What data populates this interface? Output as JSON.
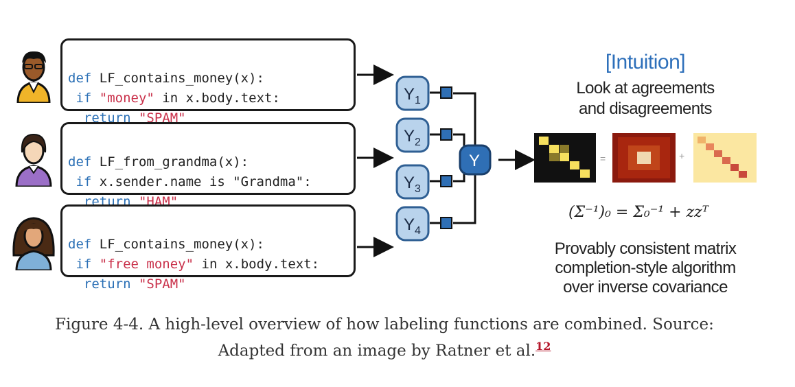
{
  "labeling_functions": [
    {
      "line1_kw": "def",
      "line1": " LF_contains_money(x):",
      "line2_kw": "if",
      "line2_str": " \"money\"",
      "line2_rest": " in x.body.text:",
      "line3_kw": "return",
      "line3_str": " \"SPAM\""
    },
    {
      "line1_kw": "def",
      "line1": " LF_from_grandma(x):",
      "line2_kw": "if",
      "line2_str": "",
      "line2_rest": " x.sender.name is \"Grandma\":",
      "line3_kw": "return",
      "line3_str": " \"HAM\""
    },
    {
      "line1_kw": "def",
      "line1": " LF_contains_money(x):",
      "line2_kw": "if",
      "line2_str": " \"free money\"",
      "line2_rest": " in x.body.text:",
      "line3_kw": "return",
      "line3_str": " \"SPAM\""
    }
  ],
  "label_nodes": [
    "Y1",
    "Y2",
    "Y3",
    "Y4"
  ],
  "label_node_main": "Y",
  "label_node_subs": [
    "1",
    "2",
    "3",
    "4"
  ],
  "combined_node": "Y",
  "intuition": {
    "title": "[Intuition]",
    "line1": "Look at agreements",
    "line2": "and disagreements",
    "formula": "(Σ⁻¹)₀ = Σ₀⁻¹ + zzᵀ",
    "desc1": "Provably consistent matrix",
    "desc2": "completion-style algorithm",
    "desc3": "over inverse covariance",
    "op1": "=",
    "op2": "+"
  },
  "caption": {
    "text1": "Figure 4-4. A high-level overview of how labeling functions are combined. Source:",
    "text2": "Adapted from an image by Ratner et al.",
    "footnote": "12"
  },
  "colors": {
    "node_fill": "#b9d3ec",
    "node_border": "#2f5f93",
    "accent": "#2d6fba",
    "string": "#c9304a"
  }
}
